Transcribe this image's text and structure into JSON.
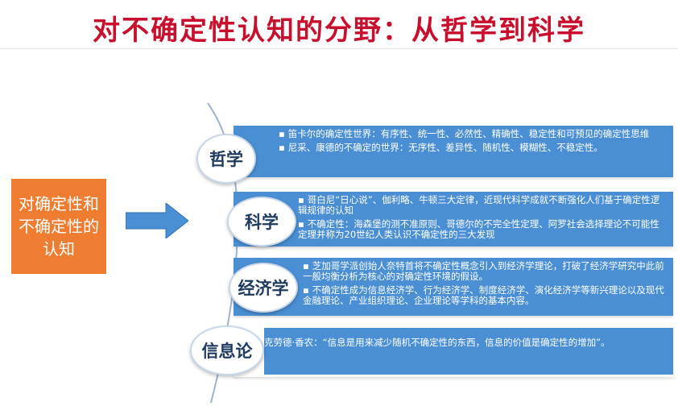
{
  "title": "对不确定性认知的分野：从哲学到科学",
  "left_box": "对确定性和不确定性的认知",
  "colors": {
    "title": "#c8102e",
    "left_box": "#ee7d31",
    "arrow": "#4a8fd4",
    "band": "#4a8fd4",
    "circle_border": "#c7d7e8",
    "circle_text": "#1f3a5f"
  },
  "items": [
    {
      "label": "哲学",
      "points": [
        "笛卡尔的确定性世界：有序性、统一性、必然性、精确性、稳定性和可预见的确定性思维",
        "尼采、康德的不确定的世界：无序性、差异性、随机性、模糊性、不稳定性。"
      ]
    },
    {
      "label": "科学",
      "points": [
        "哥白尼“日心说”、伽利略、牛顿三大定律，近现代科学成就不断强化人们基于确定性逻辑规律的认知",
        "不确定性：海森堡的测不准原则、哥德尔的不完全性定理、阿罗社会选择理论不可能性定理并称为20世纪人类认识不确定性的三大发现"
      ]
    },
    {
      "label": "经济学",
      "points": [
        "芝加哥学派创始人奈特首将不确定性概念引入到经济学理论，打破了经济学研究中此前一般均衡分析为核心的对确定性环境的假设。",
        "不确定性成为信息经济学、行为经济学、制度经济学、演化经济学等新兴理论以及现代金融理论、产业组织理论、企业理论等学科的基本内容。"
      ]
    },
    {
      "label": "信息论",
      "points": [
        "克劳德·香农：“信息是用来减少随机不确定性的东西，信息的价值是确定性的增加”。"
      ]
    }
  ]
}
